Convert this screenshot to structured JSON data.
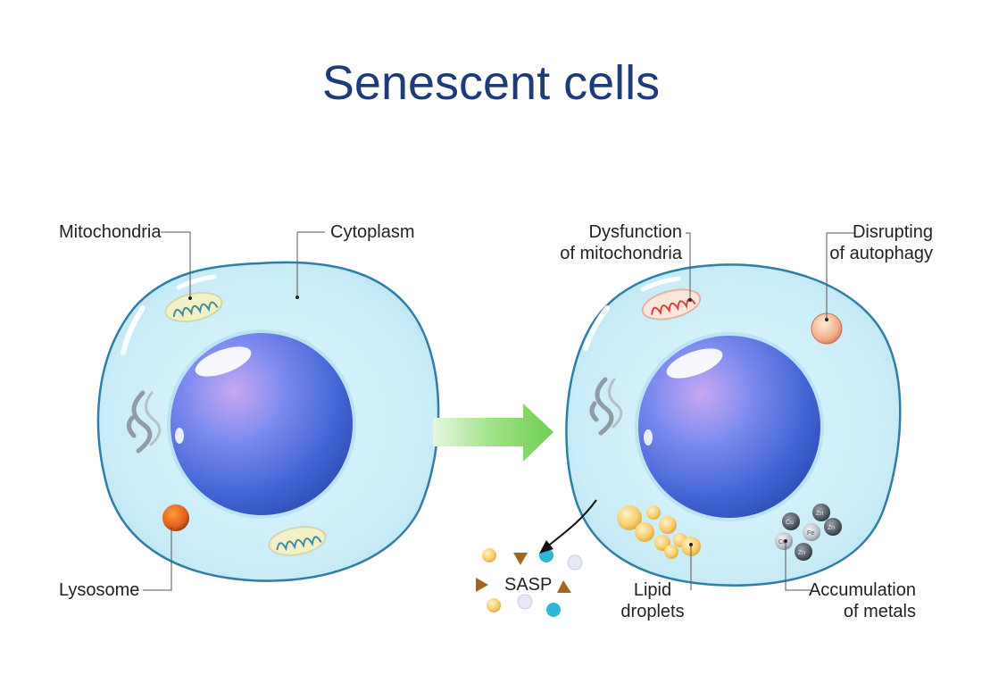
{
  "title": "Senescent cells",
  "labels": {
    "mitochondria": "Mitochondria",
    "cytoplasm": "Cytoplasm",
    "lysosome": "Lysosome",
    "dysfunction_line1": "Dysfunction",
    "dysfunction_line2": "of mitochondria",
    "disrupting_line1": "Disrupting",
    "disrupting_line2": "of autophagy",
    "sasp": "SASP",
    "lipid_line1": "Lipid",
    "lipid_line2": "droplets",
    "metals_line1": "Accumulation",
    "metals_line2": "of metals"
  },
  "metal_symbols": [
    "Zn",
    "Cu",
    "Zn",
    "Fe",
    "Cu",
    "Zn"
  ],
  "colors": {
    "title": "#1d3b78",
    "cell_fill": "#cdeef8",
    "cell_outline": "#2f7ea3",
    "nucleus": "#4a73d6",
    "arrow": "#7fd86a"
  }
}
